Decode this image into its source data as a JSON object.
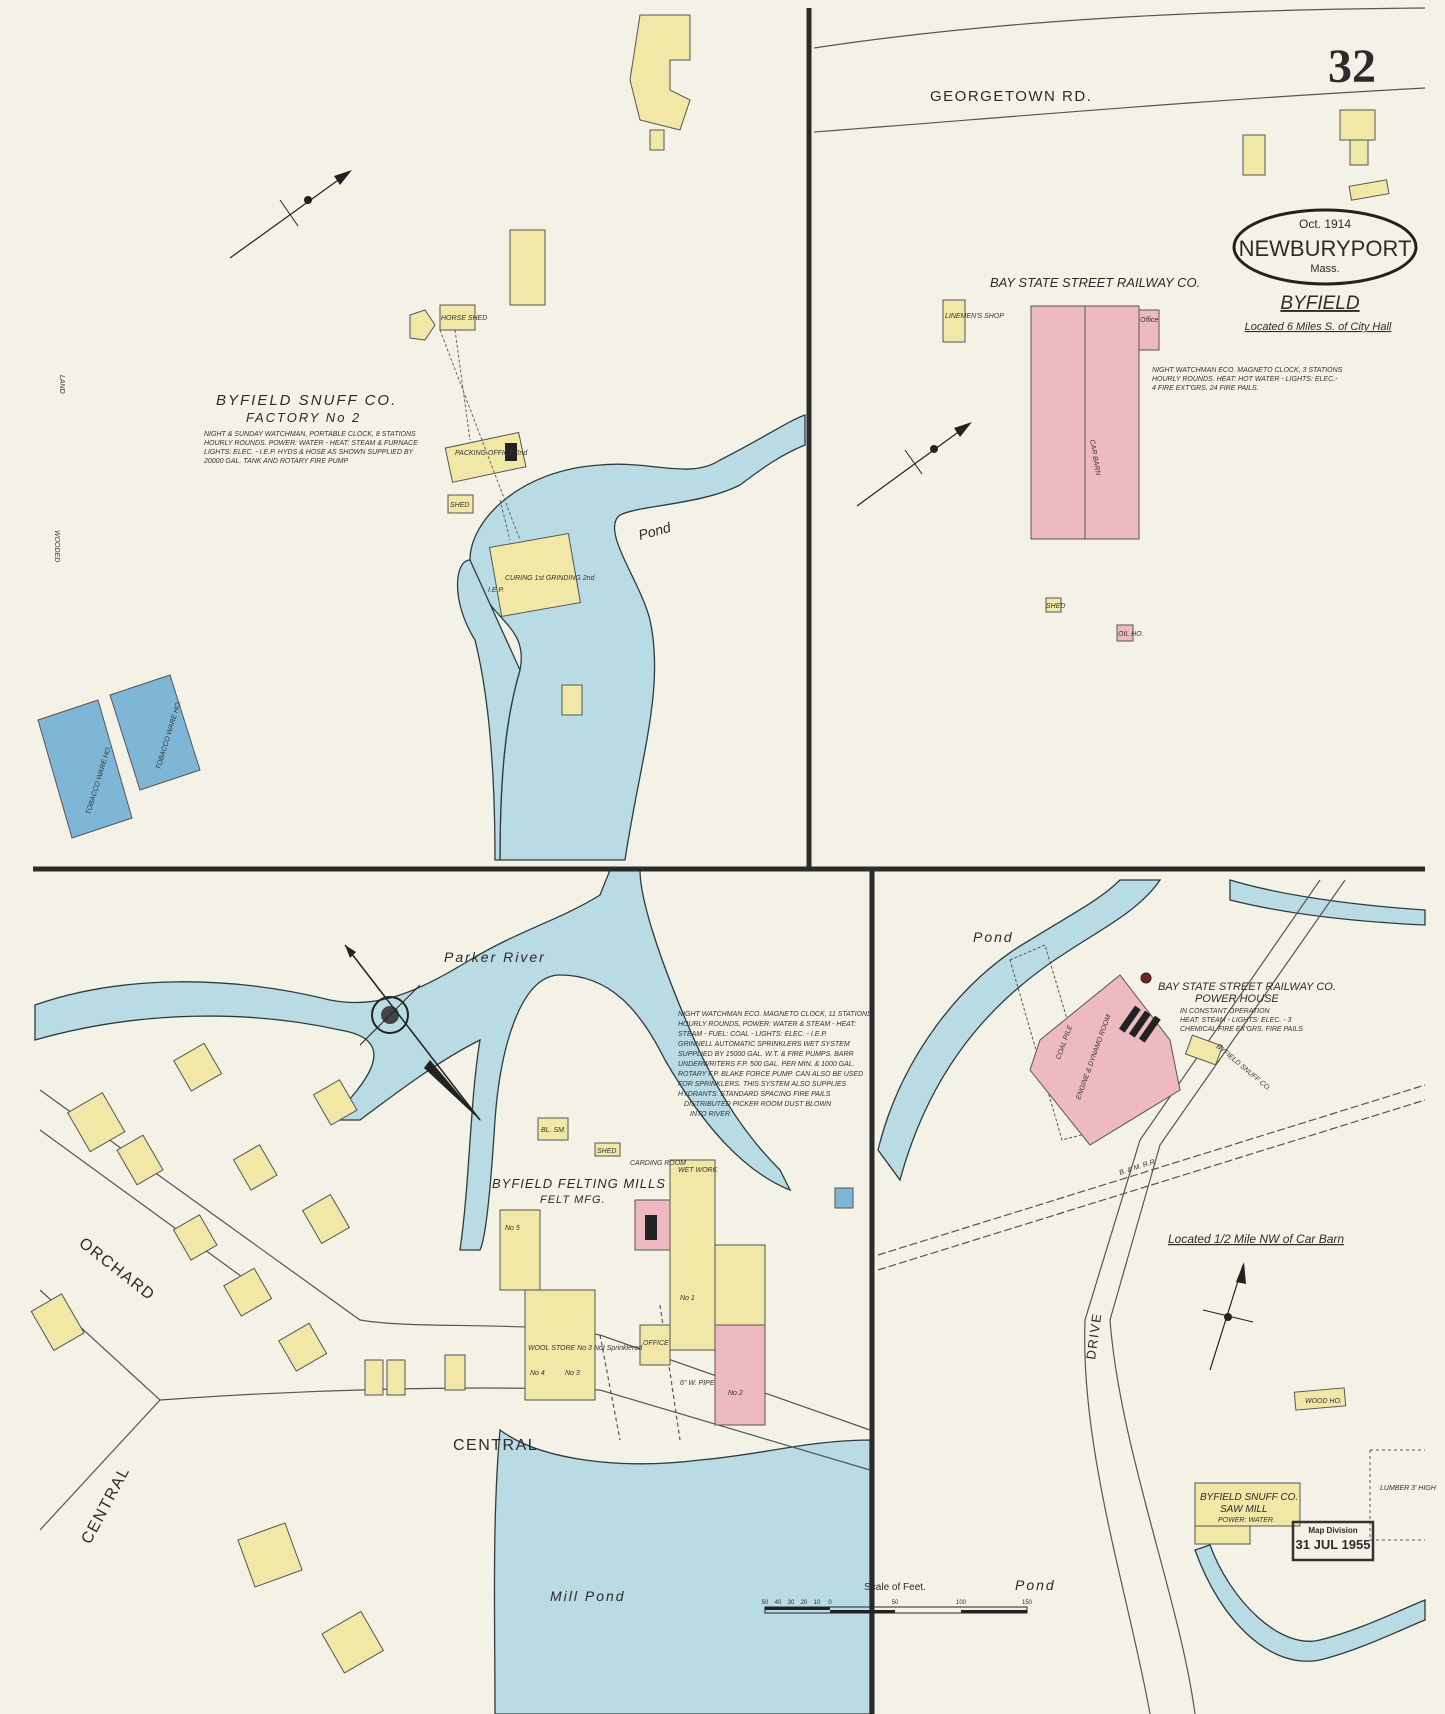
{
  "sheet": {
    "page_number": "32",
    "date": "Oct. 1914",
    "city": "NEWBURYPORT",
    "state": "Mass.",
    "locality": "BYFIELD",
    "location_note": "Located 6 Miles S. of City Hall",
    "stamp_line1": "Map Division",
    "stamp_line2": "31 JUL 1955"
  },
  "colors": {
    "paper": "#f4f2e6",
    "frame_wall": "#f1e7a6",
    "brick": "#efb9c2",
    "stone_fireproof": "#7fb6d8",
    "water": "#b9dbe3"
  },
  "upper_left": {
    "title": "BYFIELD SNUFF CO.",
    "subtitle": "FACTORY No 2",
    "notes": [
      "NIGHT & SUNDAY WATCHMAN, PORTABLE CLOCK, 8 STATIONS",
      "HOURLY ROUNDS. POWER: WATER - HEAT: STEAM & FURNACE",
      "LIGHTS: ELEC. - I.E.P. HYDS & HOSE AS SHOWN SUPPLIED BY",
      "20000 GAL. TANK AND ROTARY FIRE PUMP"
    ],
    "pond_label": "Pond",
    "building_labels": [
      "PACKING OFFICE 2nd",
      "CURING 1st GRINDING 2nd",
      "SHED",
      "HORSE SHED",
      "TOBACCO WARE HO.",
      "TOBACCO WARE HO.",
      "I.E.P."
    ],
    "side_labels": [
      "LAND",
      "WOODED"
    ]
  },
  "upper_right": {
    "road_label": "GEORGETOWN RD.",
    "title": "BAY STATE STREET RAILWAY CO.",
    "car_barn_label": "CAR BARN",
    "office_label": "Office",
    "notes": [
      "NIGHT WATCHMAN ECO. MAGNETO CLOCK, 3 STATIONS",
      "HOURLY ROUNDS. HEAT: HOT WATER - LIGHTS: ELEC.-",
      "4 FIRE EXT'GRS. 24 FIRE PAILS."
    ],
    "small_labels": [
      "LINEMEN'S SHOP",
      "SHED",
      "OIL HO."
    ]
  },
  "lower_left": {
    "river_label": "Parker River",
    "mill_title": "BYFIELD FELTING MILLS",
    "mill_subtitle": "FELT MFG.",
    "street_central": "CENTRAL",
    "street_orchard": "ORCHARD",
    "street_central2": "CENTRAL",
    "pond_label": "Mill Pond",
    "notes": [
      "NIGHT WATCHMAN ECO. MAGNETO CLOCK, 11 STATIONS",
      "HOURLY ROUNDS, POWER: WATER & STEAM - HEAT:",
      "STEAM - FUEL: COAL - LIGHTS: ELEC. - I.E.P.",
      "GRINNELL AUTOMATIC SPRINKLERS WET SYSTEM",
      "SUPPLIED BY 15000 GAL. W.T. & FIRE PUMPS. BARR",
      "UNDERWRITERS F.P. 500 GAL. PER MIN. & 1000 GAL.",
      "ROTARY F.P. BLAKE FORCE PUMP. CAN ALSO BE USED",
      "FOR SPRINKLERS. THIS SYSTEM ALSO SUPPLIES",
      "HYDRANTS. STANDARD SPACING FIRE PAILS",
      "DISTRIBUTED PICKER ROOM DUST BLOWN",
      "INTO RIVER."
    ],
    "building_labels": [
      "No 1",
      "No 2",
      "No 3",
      "No 4",
      "No 5",
      "WOOL STORE No 3 Not Sprinklered",
      "WET WORK",
      "OFFICE",
      "BL. SM.",
      "SHED",
      "CARDING ROOM"
    ],
    "pipe_label": "6\" W. PIPE"
  },
  "lower_right": {
    "pond_label_top": "Pond",
    "pond_label_bottom": "Pond",
    "title": "BAY STATE STREET RAILWAY CO.",
    "subtitle": "POWER HOUSE",
    "notes": [
      "IN CONSTANT OPERATION",
      "HEAT: STEAM - LIGHTS: ELEC. - 3",
      "CHEMICAL FIRE EX'GRS. FIRE PAILS"
    ],
    "coal_label": "COAL PILE",
    "engine_label": "ENGINE & DYNAMO ROOM",
    "snuff_label": "BYFIELD SNUFF CO.",
    "location_note": "Located 1/2 Mile NW of Car Barn",
    "drive_label": "DRIVE",
    "rr_label": "B. & M. R.R.",
    "wood_label": "WOOD HO.",
    "sawmill_title": "BYFIELD SNUFF CO.",
    "sawmill_subtitle": "SAW MILL",
    "sawmill_power": "POWER: WATER.",
    "lumber_label": "LUMBER 3' HIGH"
  },
  "scale": {
    "title": "Scale of Feet.",
    "ticks": [
      "50",
      "40",
      "30",
      "20",
      "10",
      "0",
      "50",
      "100",
      "150"
    ]
  },
  "icons": [
    "north-arrow-icon",
    "compass-rose-icon"
  ]
}
